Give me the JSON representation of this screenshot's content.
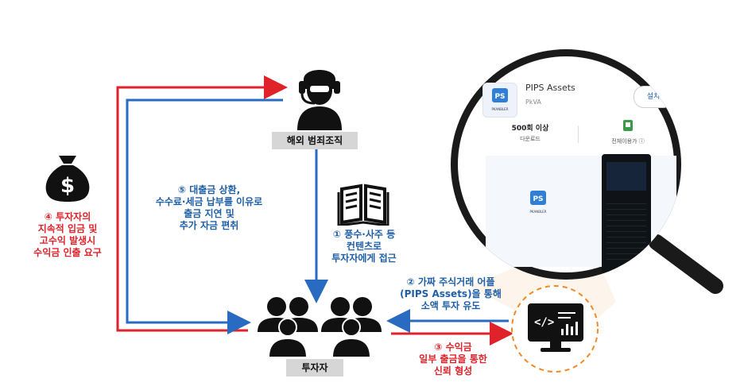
{
  "nodes": {
    "criminal_label": "해외 범죄조직",
    "investor_label": "투자자"
  },
  "steps": {
    "step1": "① 풍수·사주 등\n컨텐츠로\n투자자에게 접근",
    "step2": "② 가짜 주식거래 어플\n(PIPS Assets)을 통해\n소액 투자 유도",
    "step3": "③ 수익금\n일부 출금을 통한\n신뢰 형성",
    "step4": "④ 투자자의\n지속적 입금 및\n고수익 발생시\n수익금 인출 요구",
    "step5": "⑤ 대출금 상환,\n수수료·세금 납부를 이유로\n출금 지연 및\n추가 자금 편취"
  },
  "app_listing": {
    "app_name": "PIPS Assets",
    "developer": "PkVA",
    "install_label": "설치",
    "downloads_value": "500회 이상",
    "downloads_label": "다운로드",
    "rating_label": "전체이용가 ⓘ",
    "logo_text": "PKANBLER"
  },
  "colors": {
    "blue": "#2a6bc2",
    "red": "#e0222a",
    "dark": "#1a1a1a",
    "orange_dash": "#f08a24"
  },
  "icons": [
    "money-bag-icon",
    "hacker-headset-icon",
    "book-icon",
    "investors-group-icon",
    "computer-code-icon",
    "magnifier-icon"
  ]
}
